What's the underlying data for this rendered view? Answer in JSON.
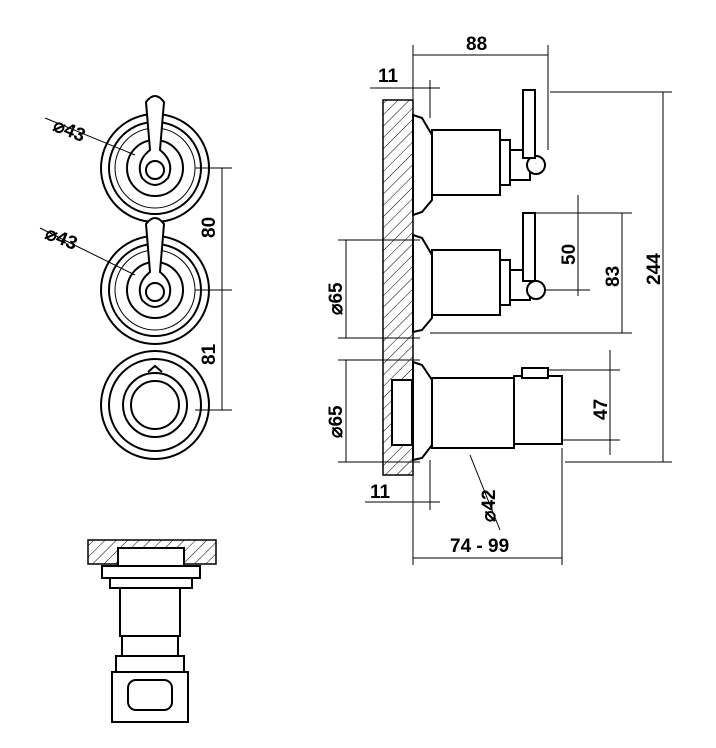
{
  "drawing": {
    "front_view": {
      "handle1_diameter": "⌀43",
      "handle2_diameter": "⌀43",
      "spacing_upper": "80",
      "spacing_lower": "81"
    },
    "side_view": {
      "depth_total": "88",
      "wall_offset_top": "11",
      "handle_height": "50",
      "center_to_center": "83",
      "total_height": "244",
      "rosette_upper": "⌀65",
      "rosette_lower": "⌀65",
      "diverter_height": "47",
      "wall_offset_bottom": "11",
      "knob_diameter": "⌀42",
      "depth_range": "74 - 99"
    }
  }
}
